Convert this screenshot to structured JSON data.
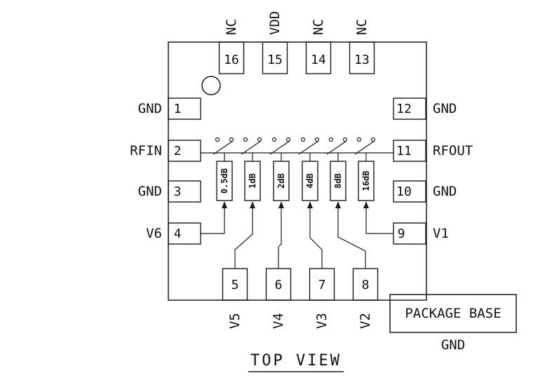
{
  "title": {
    "text": "TOP VIEW"
  },
  "package_base": {
    "label": "PACKAGE BASE",
    "gnd": "GND"
  },
  "pins": {
    "top": [
      {
        "num": "16",
        "label": "NC"
      },
      {
        "num": "15",
        "label": "VDD"
      },
      {
        "num": "14",
        "label": "NC"
      },
      {
        "num": "13",
        "label": "NC"
      }
    ],
    "left": [
      {
        "num": "1",
        "label": "GND"
      },
      {
        "num": "2",
        "label": "RFIN"
      },
      {
        "num": "3",
        "label": "GND"
      },
      {
        "num": "4",
        "label": "V6"
      }
    ],
    "right": [
      {
        "num": "12",
        "label": "GND"
      },
      {
        "num": "11",
        "label": "RFOUT"
      },
      {
        "num": "10",
        "label": "GND"
      },
      {
        "num": "9",
        "label": "V1"
      }
    ],
    "bottom": [
      {
        "num": "5",
        "label": "V5"
      },
      {
        "num": "6",
        "label": "V4"
      },
      {
        "num": "7",
        "label": "V3"
      },
      {
        "num": "8",
        "label": "V2"
      }
    ]
  },
  "attenuators": [
    {
      "label": "0.5dB"
    },
    {
      "label": "1dB"
    },
    {
      "label": "2dB"
    },
    {
      "label": "4dB"
    },
    {
      "label": "8dB"
    },
    {
      "label": "16dB"
    }
  ],
  "colors": {
    "line": "#1a1a1a",
    "background": "#ffffff"
  }
}
